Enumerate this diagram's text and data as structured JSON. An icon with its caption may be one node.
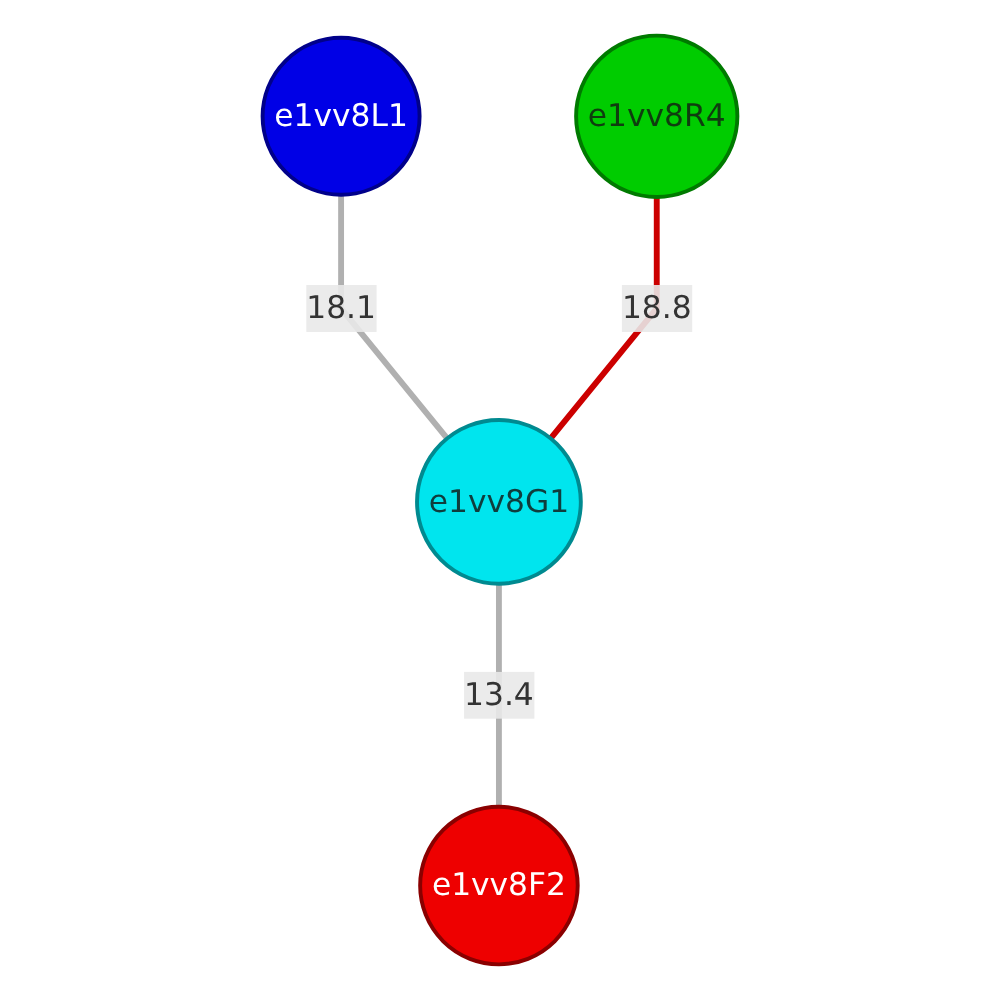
{
  "diagram": {
    "nodes": [
      {
        "text": [
          "e1vv8L1"
        ]
      },
      {
        "text": [
          "e1vv8R4"
        ]
      },
      {
        "text": [
          "e1vv8G1"
        ]
      },
      {
        "text": [
          "e1vv8F2"
        ]
      }
    ],
    "edges": [
      {
        "from": 0,
        "to": 2,
        "arrow": "none",
        "label": "18.1"
      },
      {
        "from": 1,
        "to": 2,
        "arrow": "none",
        "label": "18.8",
        "color": "#cc0000"
      },
      {
        "from": 2,
        "to": 3,
        "arrow": "none",
        "label": "13.4"
      }
    ]
  }
}
